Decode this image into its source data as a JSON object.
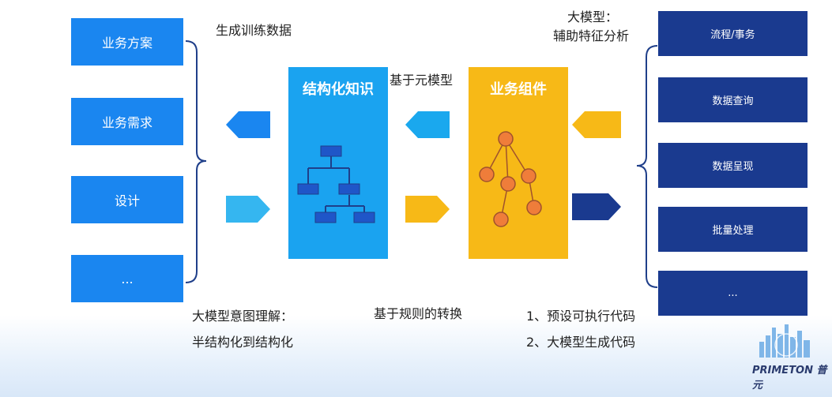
{
  "left_boxes": [
    "业务方案",
    "业务需求",
    "设计",
    "..."
  ],
  "right_boxes": [
    "流程/事务",
    "数据查询",
    "数据呈现",
    "批量处理",
    "..."
  ],
  "labels": {
    "gen_training_data": "生成训练数据",
    "llm_label_line1": "大模型：",
    "llm_label_line2": "辅助特征分析",
    "meta_model": "基于元模型",
    "intent_line1": "大模型意图理解：",
    "intent_line2": "半结构化到结构化",
    "rule_convert": "基于规则的转换",
    "code_line1": "1、预设可执行代码",
    "code_line2": "2、大模型生成代码"
  },
  "panels": {
    "structured_knowledge": "结构化知识",
    "business_components": "业务组件"
  },
  "logo": "PRIMETON 普元",
  "colors": {
    "left_box": "#1a86f0",
    "right_box": "#1a3a8f",
    "panel_blue": "#1aa3f0",
    "panel_yellow": "#f7b917",
    "node_orange": "#ef7d3a"
  }
}
